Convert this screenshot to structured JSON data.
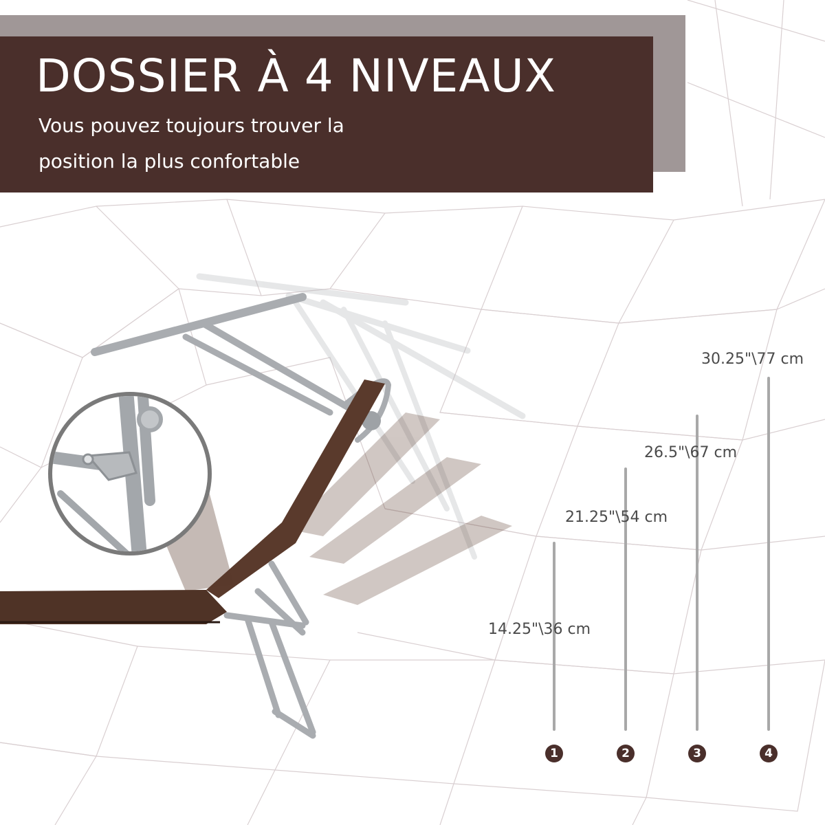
{
  "banner": {
    "title": "DOSSIER À 4 NIVEAUX",
    "subtitle_line1": "Vous pouvez toujours trouver la",
    "subtitle_line2": "position la plus confortable"
  },
  "colors": {
    "banner": "#4a2f2b",
    "banner_shadow": "#8f8585",
    "fabric": "#5a3a2c",
    "frame": "#a9acb0",
    "pattern_line": "#d8cfd0"
  },
  "icons": [
    "lounger-illustration",
    "hinge-zoom-detail"
  ],
  "levels": [
    {
      "number": "1",
      "label": "14.25\"\\36 cm"
    },
    {
      "number": "2",
      "label": "21.25\"\\54 cm"
    },
    {
      "number": "3",
      "label": "26.5\"\\67 cm"
    },
    {
      "number": "4",
      "label": "30.25\"\\77 cm"
    }
  ]
}
